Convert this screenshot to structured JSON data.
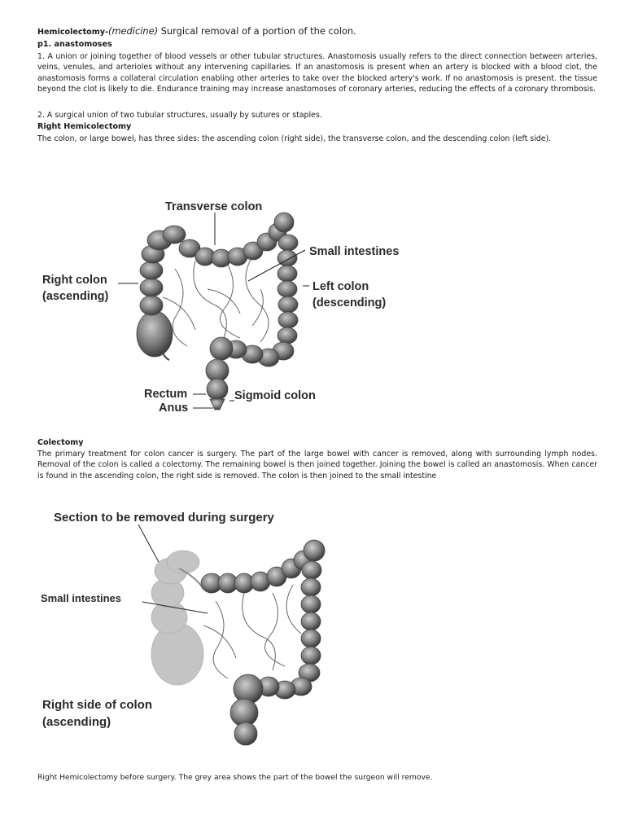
{
  "header": {
    "term": "Hemicolectomy-",
    "field": "(medicine)",
    "definition": " Surgical removal of a portion of the colon."
  },
  "section1": {
    "heading": "p1. anastomoses",
    "def1": "1. A union or joining together of blood vessels or other tubular structures. Anastomosis usually refers to the direct connection between arteries, veins, venules, and arterioles without any intervening capillaries. If an anastomosis is present when an artery is blocked with a blood clot, the anastomosis forms a collateral circulation enabling other arteries to take over the blocked artery's work. If no anastomosis is present. the tissue beyond the clot is likely to die. Endurance training may increase anastomoses of coronary arteries, reducing the effects of a coronary thrombosis.",
    "def2": "2. A surgical union of two tubular structures, usually by sutures or staples."
  },
  "section2": {
    "heading": "Right Hemicolectomy",
    "text": "The colon, or large bowel, has three sides: the ascending colon (right side), the transverse colon, and the descending colon (left side)."
  },
  "figure1": {
    "labels": {
      "transverse": "Transverse colon",
      "small": "Small intestines",
      "right1": "Right colon",
      "right2": "(ascending)",
      "left1": "Left colon",
      "left2": "(descending)",
      "rectum": "Rectum",
      "anus": "Anus",
      "sigmoid": "Sigmoid colon"
    }
  },
  "section3": {
    "heading": "Colectomy",
    "text": "The primary treatment for colon cancer is surgery. The part of the large bowel with cancer is removed, along with surrounding lymph nodes. Removal of the colon is called a colectomy. The remaining bowel is then joined together. Joining the bowel is called an anastomosis. When cancer is found in the ascending colon, the right side is removed. The colon is then joined to the small intestine"
  },
  "figure2": {
    "labels": {
      "section": "Section to be removed during surgery",
      "small": "Small intestines",
      "right1": "Right side of colon",
      "right2": "(ascending)"
    }
  },
  "caption": "Right Hemicolectomy before surgery. The grey area shows the part of the bowel the surgeon will remove."
}
